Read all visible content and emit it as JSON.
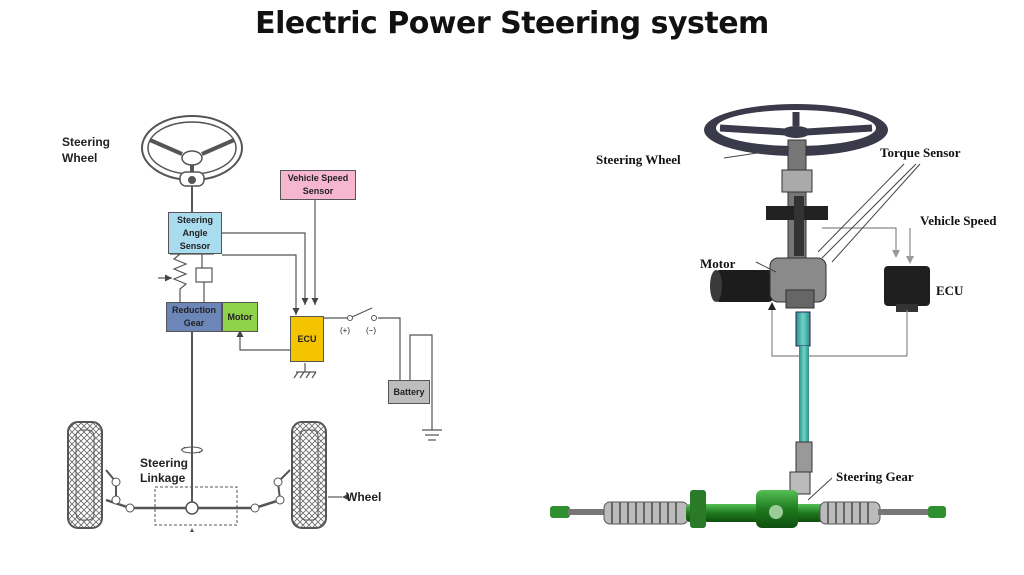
{
  "title": "Electric Power Steering system",
  "left_diagram": {
    "steering_wheel_label": "Steering\nWheel",
    "vehicle_speed_sensor": "Vehicle Speed\nSensor",
    "steering_angle_sensor": "Steering\nAngle\nSensor",
    "reduction_gear": "Reduction\nGear",
    "motor": "Motor",
    "ecu": "ECU",
    "plus": "(+)",
    "minus": "(−)",
    "battery": "Battery",
    "steering_linkage": "Steering\nLinkage",
    "wheel": "Wheel",
    "colors": {
      "speed_sensor": "#f7b6cf",
      "angle_sensor": "#a9dcef",
      "reduction_gear": "#6c86b8",
      "motor": "#8fd24a",
      "ecu": "#f5c400",
      "battery": "#bdbdbd"
    }
  },
  "right_diagram": {
    "steering_wheel": "Steering Wheel",
    "torque_sensor": "Torque Sensor",
    "vehicle_speed": "Vehicle Speed",
    "motor": "Motor",
    "ecu": "ECU",
    "steering_gear": "Steering Gear",
    "colors": {
      "shaft": "#3fb6a8",
      "rack": "#2f9a2f"
    }
  }
}
